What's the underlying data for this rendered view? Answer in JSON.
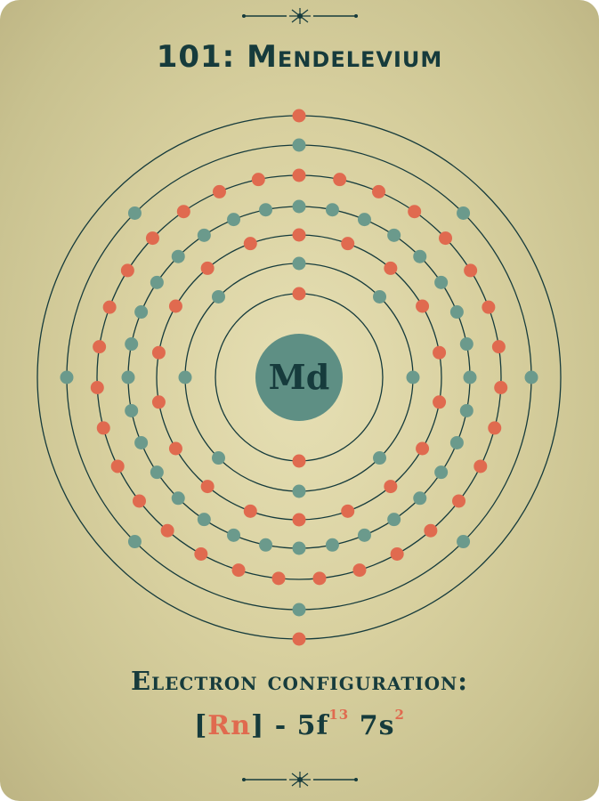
{
  "element": {
    "number": "101",
    "name": "Mendelevium",
    "title": "101: Mendelevium",
    "symbol": "Md"
  },
  "shells": [
    2,
    8,
    18,
    32,
    31,
    8,
    2
  ],
  "colors": {
    "background": "#d8d09f",
    "ink": "#163b3c",
    "teal": "#6b9a8c",
    "coral": "#e06a4f",
    "nucleus": "#5e8f84"
  },
  "configuration": {
    "label": "Electron configuration:",
    "core_open": "[",
    "core": "Rn",
    "core_close": "]",
    "separator": " - ",
    "term1": "5f",
    "term1_exp": "13",
    "term2": "7s",
    "term2_exp": "2"
  },
  "icons": [
    "ornament-top-icon",
    "ornament-bottom-icon"
  ]
}
